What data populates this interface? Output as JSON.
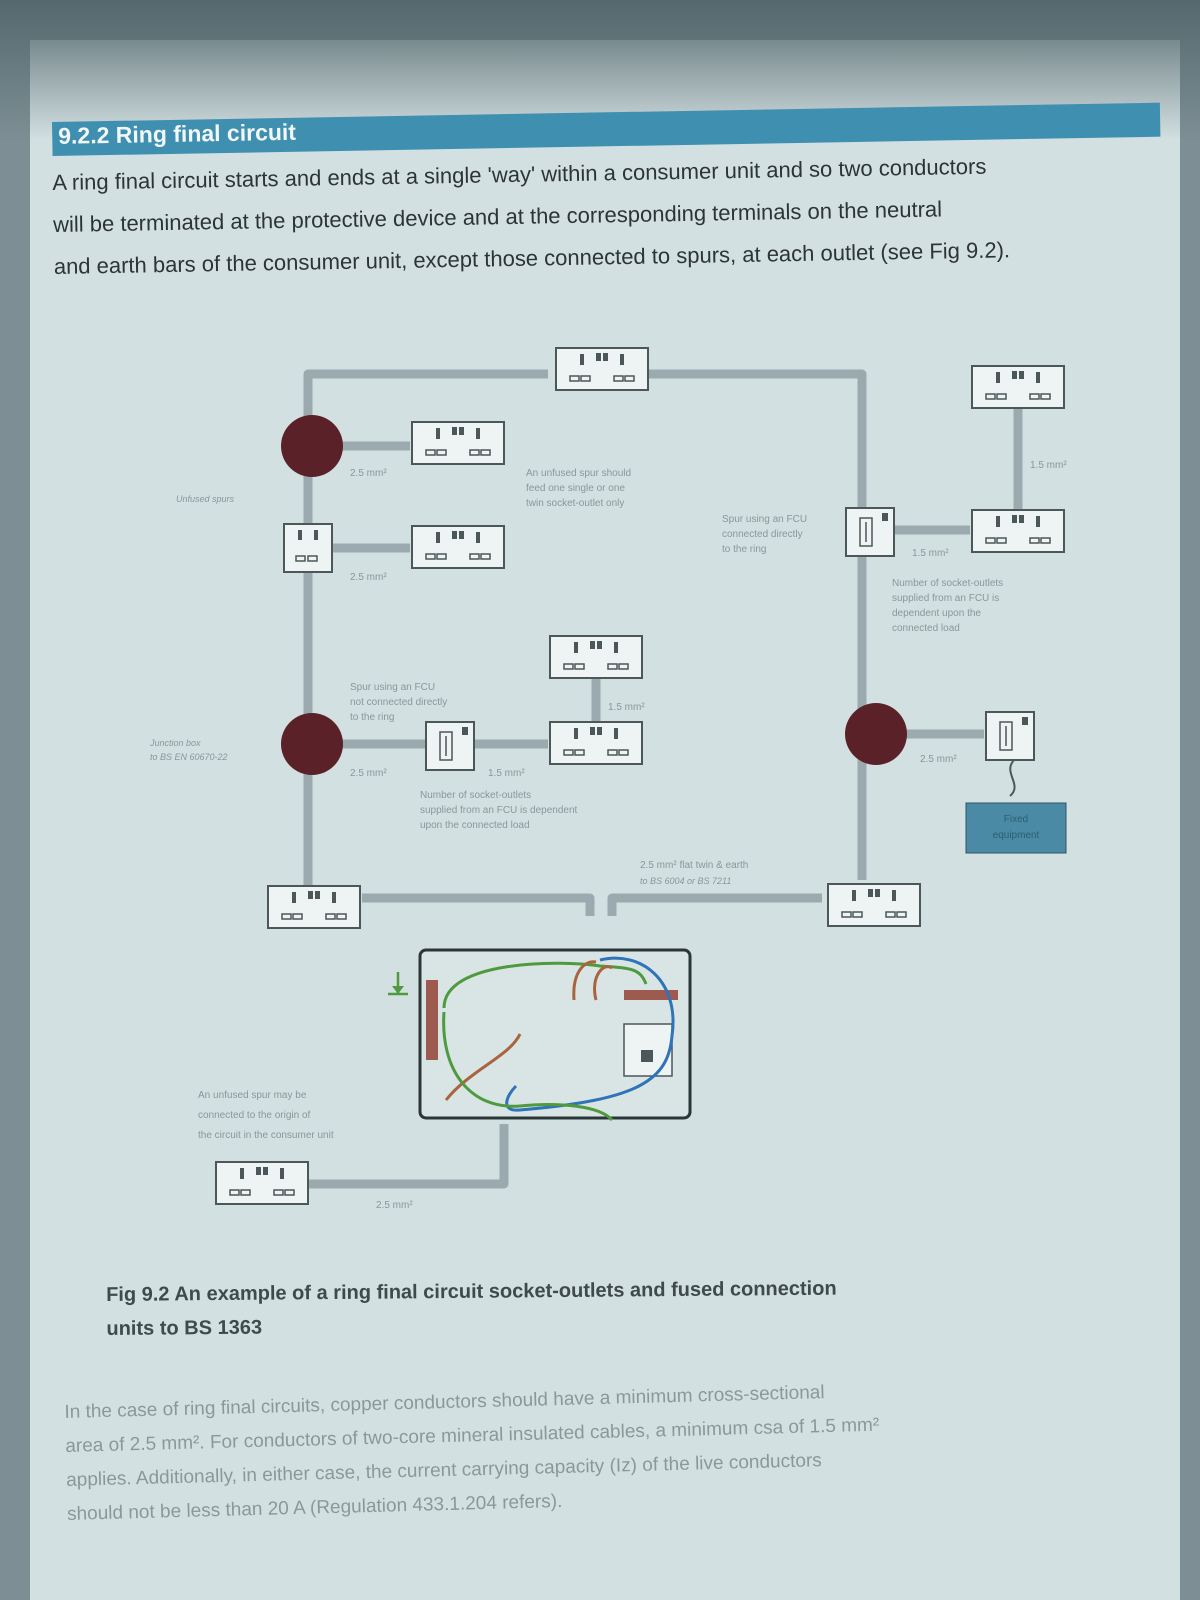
{
  "section": {
    "heading": "9.2.2 Ring final circuit",
    "intro": [
      "A ring final circuit starts and ends at a single 'way' within a consumer unit and so two conductors",
      "will be terminated at the protective device and at the corresponding terminals on the neutral",
      "and earth bars of the consumer unit, except those connected to spurs, at each outlet (see Fig 9.2)."
    ]
  },
  "figure": {
    "labels": {
      "unfused_spurs": "Unfused spurs",
      "csa_25_a": "2.5 mm²",
      "csa_25_b": "2.5 mm²",
      "csa_25_c": "2.5 mm²",
      "csa_25_d": "2.5 mm²",
      "csa_25_e": "2.5 mm²",
      "csa_15_a": "1.5 mm²",
      "csa_15_b": "1.5 mm²",
      "csa_15_c": "1.5 mm²",
      "csa_15_d": "1.5 mm²",
      "unfused_spur_note": [
        "An unfused spur should",
        "feed one single or one",
        "twin socket-outlet only"
      ],
      "fcu_direct": [
        "Spur using an FCU",
        "connected directly",
        "to the ring"
      ],
      "fcu_not_direct": [
        "Spur using an FCU",
        "not connected directly",
        "to the ring"
      ],
      "junction_box": [
        "Junction box",
        "to BS EN 60670-22"
      ],
      "sockets_fcu_left": [
        "Number of socket-outlets",
        "supplied from an FCU is dependent",
        "upon the connected load"
      ],
      "sockets_fcu_right": [
        "Number of socket-outlets",
        "supplied from an FCU is",
        "dependent upon the",
        "connected load"
      ],
      "cable": [
        "2.5 mm² flat twin & earth",
        "to BS 6004 or BS 7211"
      ],
      "fixed_equipment": [
        "Fixed",
        "equipment"
      ],
      "origin_spur": [
        "An unfused spur may be",
        "connected to the origin of",
        "the circuit in the consumer unit"
      ]
    },
    "caption": [
      "Fig 9.2 An example of a ring final circuit socket-outlets and fused connection",
      "units to BS 1363"
    ]
  },
  "body": [
    "In the case of ring final circuits, copper conductors should have a minimum cross-sectional",
    "area of 2.5 mm². For conductors of two-core mineral insulated cables, a minimum csa of 1.5 mm²",
    "applies. Additionally, in either case, the current carrying capacity (Iz) of the live conductors",
    "should not be less than 20 A (Regulation 433.1.204 refers)."
  ]
}
